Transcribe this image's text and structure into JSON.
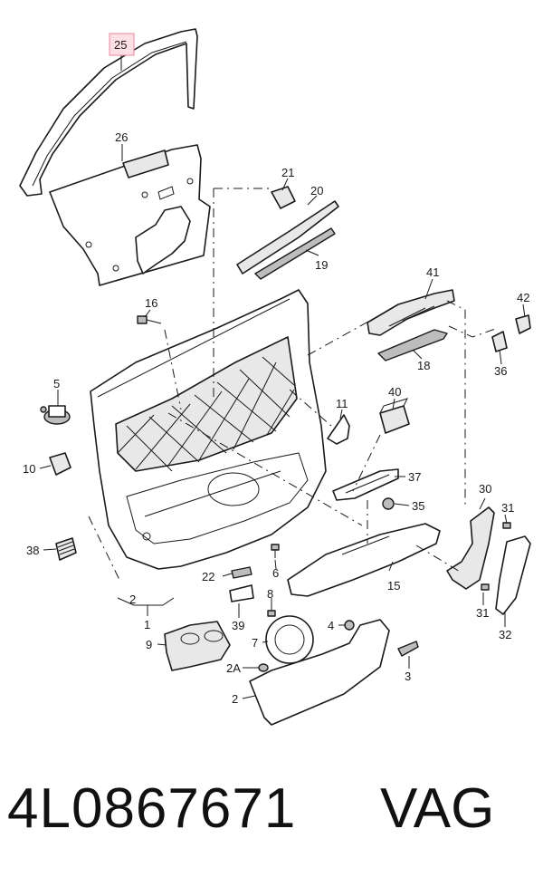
{
  "callouts": {
    "c25": "25",
    "c26": "26",
    "c21": "21",
    "c20": "20",
    "c19": "19",
    "c16": "16",
    "c41": "41",
    "c42": "42",
    "c36": "36",
    "c18": "18",
    "c5": "5",
    "c11": "11",
    "c40": "40",
    "c10": "10",
    "c37": "37",
    "c30": "30",
    "c35": "35",
    "c31a": "31",
    "c38": "38",
    "c6": "6",
    "c22": "22",
    "c15": "15",
    "c31b": "31",
    "c2a": "2",
    "c1": "1",
    "c39": "39",
    "c8": "8",
    "c4": "4",
    "c32": "32",
    "c9": "9",
    "c7": "7",
    "c3": "3",
    "c2A": "2A",
    "c2b": "2"
  },
  "footer": {
    "part_number": "4L0867671",
    "brand": "VAG"
  },
  "colors": {
    "line": "#1a1a1a",
    "highlight_fill": "#fde0e6",
    "highlight_border": "#e88a9c"
  }
}
